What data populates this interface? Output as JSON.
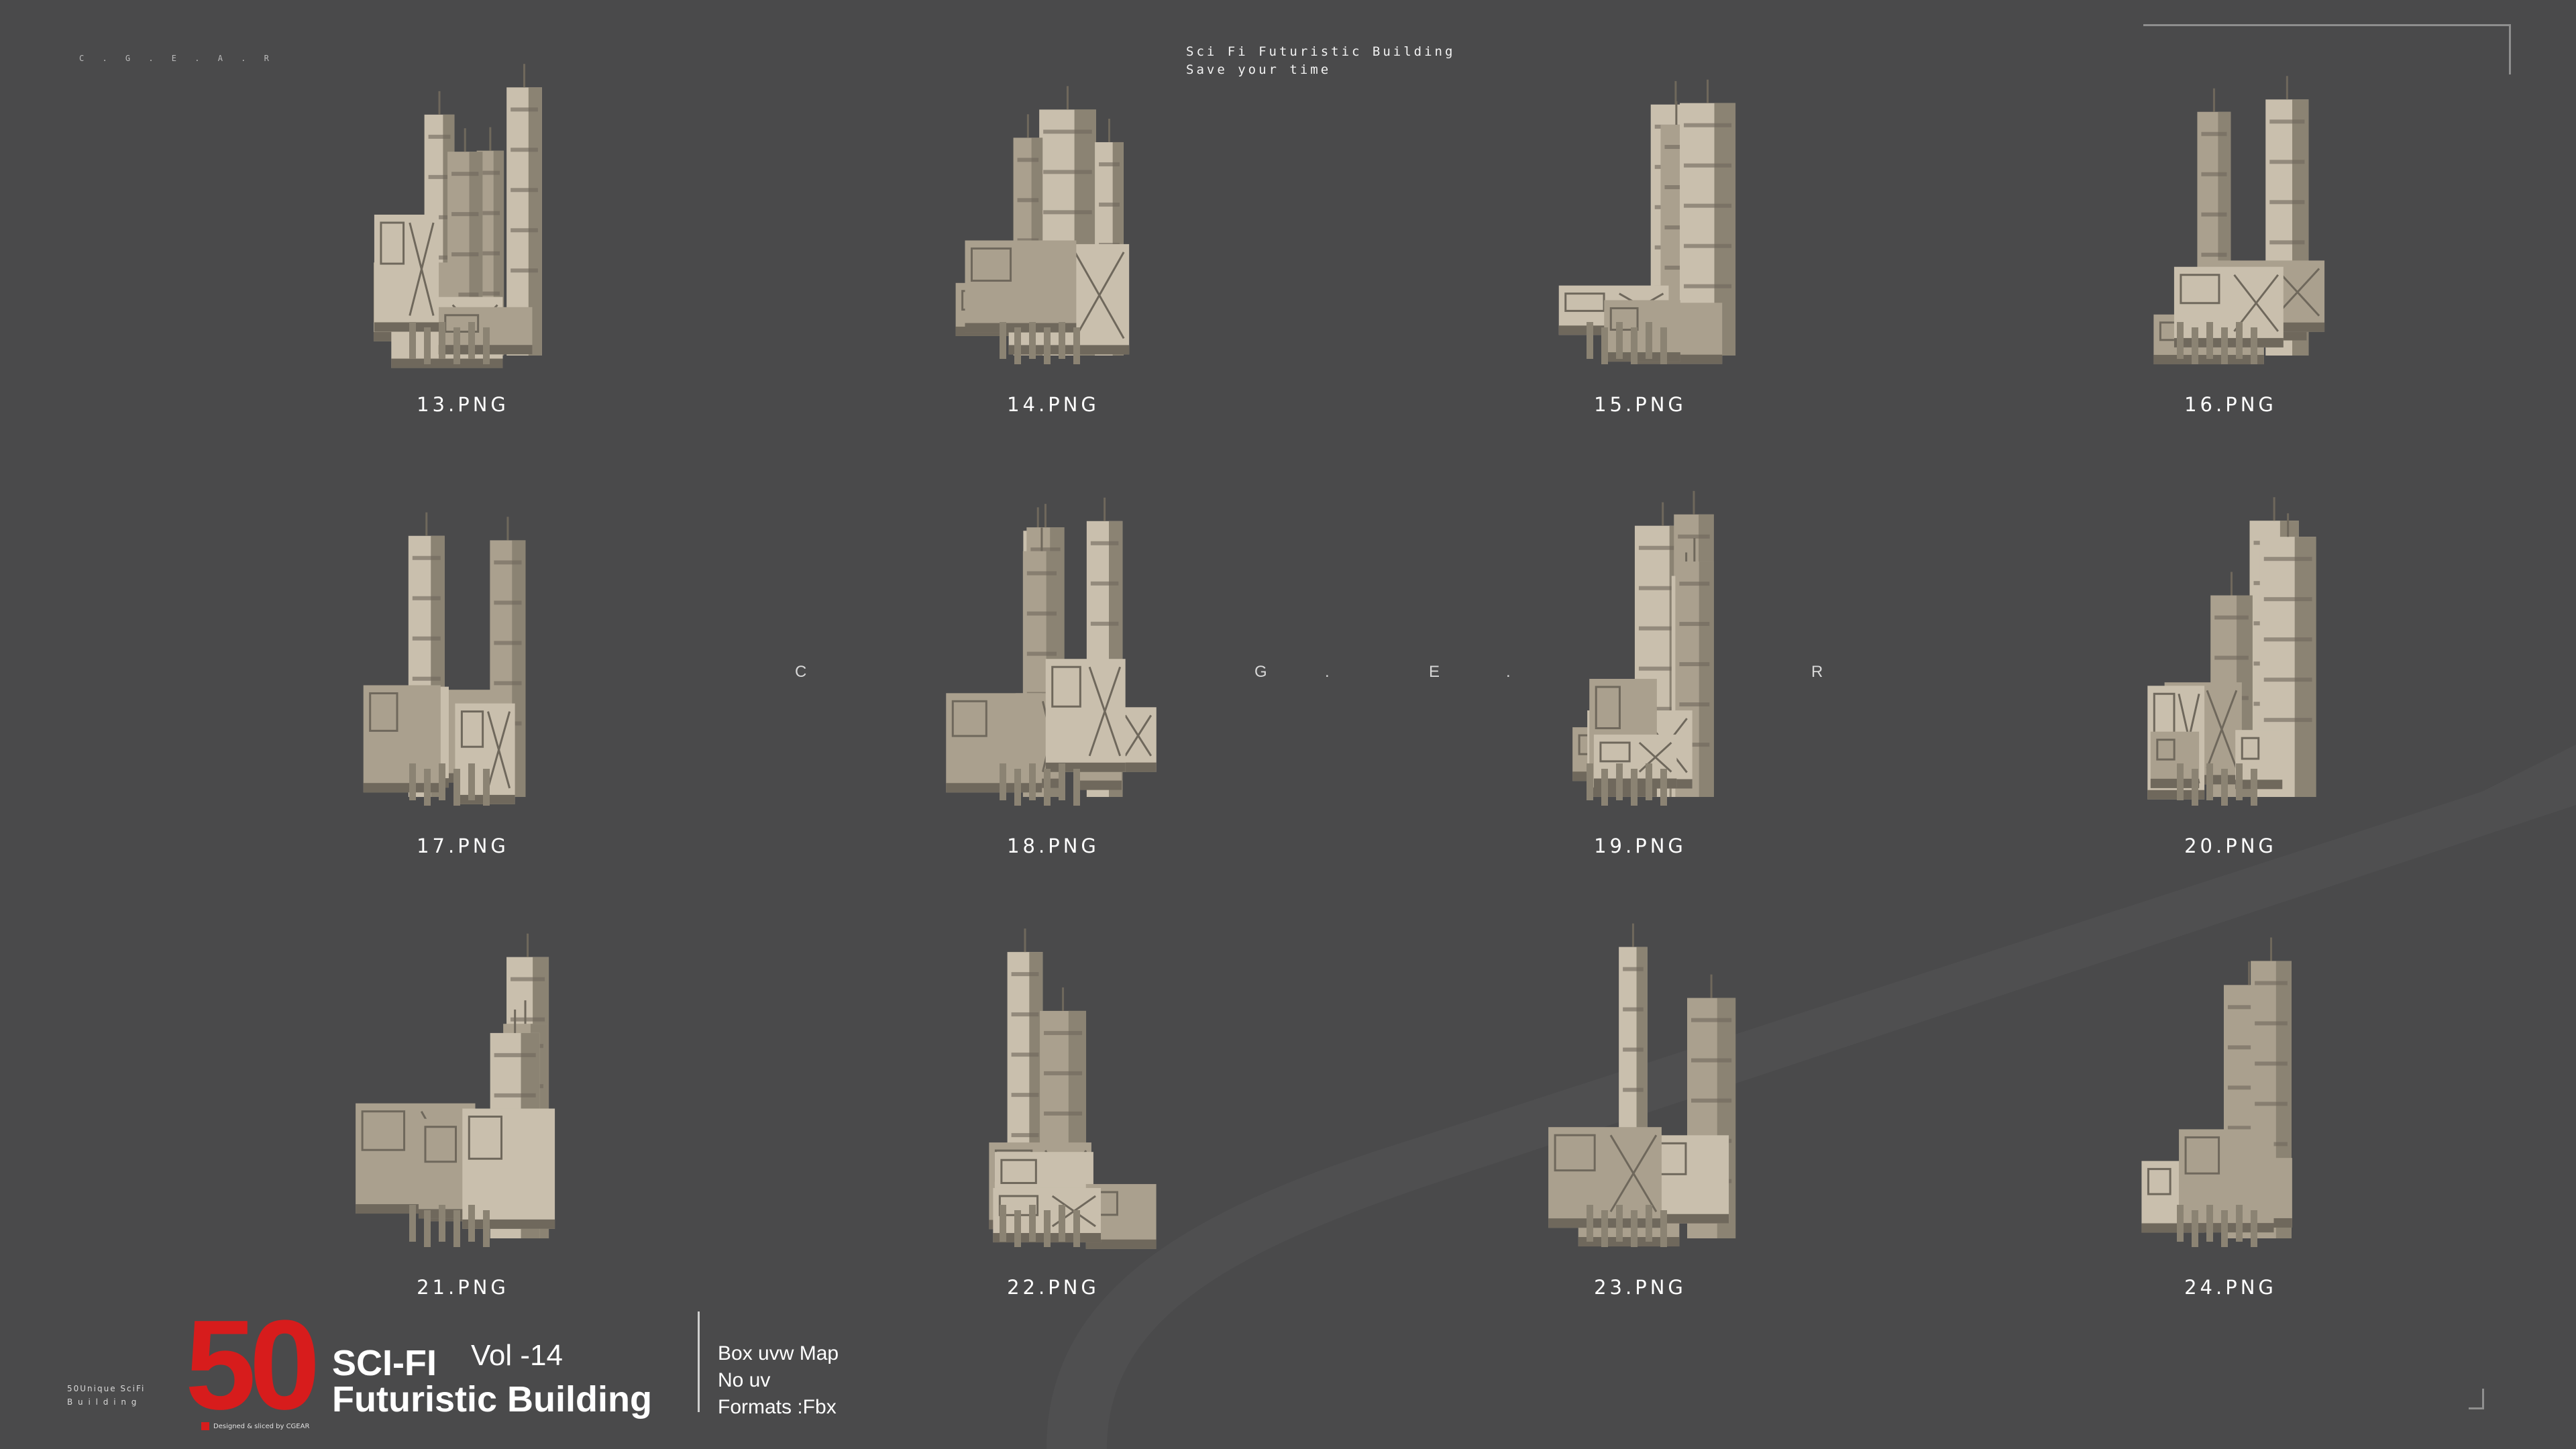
{
  "header": {
    "corner_letters": "C . G . E . A . R",
    "tagline_line1": "Sci Fi Futuristic Building",
    "tagline_line2": "Save your time"
  },
  "watermark": {
    "c": "C",
    "g": "G",
    "e": ".",
    "e2": "E",
    "dot": ".",
    "r": "R"
  },
  "grid": {
    "items": [
      {
        "label": "13.PNG"
      },
      {
        "label": "14.PNG"
      },
      {
        "label": "15.PNG"
      },
      {
        "label": "16.PNG"
      },
      {
        "label": "17.PNG"
      },
      {
        "label": "18.PNG"
      },
      {
        "label": "19.PNG"
      },
      {
        "label": "20.PNG"
      },
      {
        "label": "21.PNG"
      },
      {
        "label": "22.PNG"
      },
      {
        "label": "23.PNG"
      },
      {
        "label": "24.PNG"
      }
    ]
  },
  "footer": {
    "side_caption_line1": "50Unique SciFi",
    "side_caption_line2": "B u i l d i n g",
    "count": "50",
    "title_line1": "SCI-FI",
    "title_line2": "Futuristic Building",
    "volume": "Vol -14",
    "spec1": "Box uvw Map",
    "spec2": "No uv",
    "spec3": "Formats :Fbx",
    "designer": "Designed & sliced by CGEAR"
  },
  "colors": {
    "background": "#4a4a4b",
    "accent": "#d71c1c",
    "concrete": "#b8ae9c"
  }
}
